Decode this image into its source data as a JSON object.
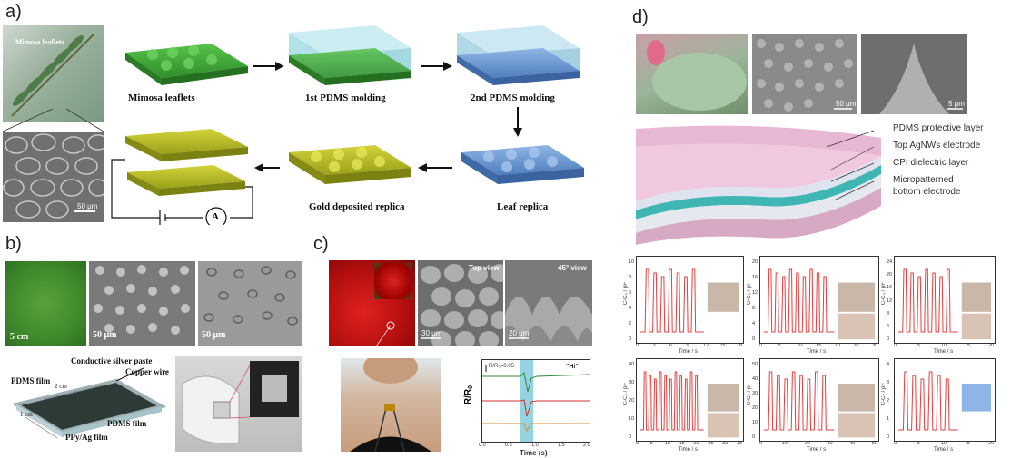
{
  "labels": {
    "a": "a)",
    "b": "b)",
    "c": "c)",
    "d": "d)"
  },
  "panel_a": {
    "photo_label": "Mimosa leaflets",
    "sem_scale": "50 μm",
    "steps": [
      "Mimosa leaflets",
      "1st PDMS molding",
      "2nd PDMS molding",
      "Leaf replica",
      "Gold deposited replica"
    ],
    "meter": "A"
  },
  "panel_b": {
    "scales": [
      "5 cm",
      "50 μm",
      "50 μm"
    ],
    "labels": {
      "silver": "Conductive silver paste",
      "copper": "Copper wire",
      "pdms1": "PDMS film",
      "pdms2": "PDMS film",
      "ppy": "PPy/Ag film",
      "dim1": "2 cm",
      "dim2": "1 cm"
    }
  },
  "panel_c": {
    "top_view": "Top view",
    "view45": "45° view",
    "scale1": "30 μm",
    "scale2": "20 μm",
    "graph": {
      "ylabel": "R/R",
      "ysub": "0",
      "xlabel": "Time  (s)",
      "annot": "R/R₀=0.05",
      "word": "\"Hi\"",
      "ticks": [
        "0.0",
        "0.5",
        "1.0",
        "1.5",
        "2.0"
      ]
    }
  },
  "panel_d": {
    "scale1": "50 μm",
    "scale2": "5 μm",
    "layers": [
      "PDMS protective layer",
      "Top AgNWs electrode",
      "CPI dielectric layer",
      "Micropatterned",
      "bottom electrode"
    ],
    "graph_ylabel": "C-C₀ / pF",
    "graph_xlabel": "Time / s",
    "graphs": [
      {
        "yticks": [
          "0",
          "2",
          "4",
          "6",
          "8",
          "10"
        ],
        "xticks": [
          "0",
          "3",
          "6",
          "9",
          "12",
          "15",
          "18"
        ]
      },
      {
        "yticks": [
          "0",
          "4",
          "8",
          "12",
          "16",
          "20"
        ],
        "xticks": [
          "0",
          "5",
          "10",
          "15",
          "20",
          "25",
          "30"
        ]
      },
      {
        "yticks": [
          "0",
          "4",
          "8",
          "12",
          "16",
          "20",
          "24"
        ],
        "xticks": [
          "0",
          "5",
          "10",
          "15",
          "20"
        ]
      },
      {
        "yticks": [
          "0",
          "10",
          "20",
          "30",
          "40"
        ],
        "xticks": [
          "0",
          "5",
          "10",
          "15",
          "20",
          "25",
          "30",
          "35"
        ]
      },
      {
        "yticks": [
          "0",
          "10",
          "20",
          "30",
          "40",
          "50"
        ],
        "xticks": [
          "0",
          "10",
          "20",
          "30",
          "40",
          "50"
        ]
      },
      {
        "yticks": [
          "0",
          "1",
          "2",
          "3",
          "4"
        ],
        "xticks": [
          "0",
          "5",
          "10",
          "15",
          "20"
        ]
      }
    ]
  }
}
